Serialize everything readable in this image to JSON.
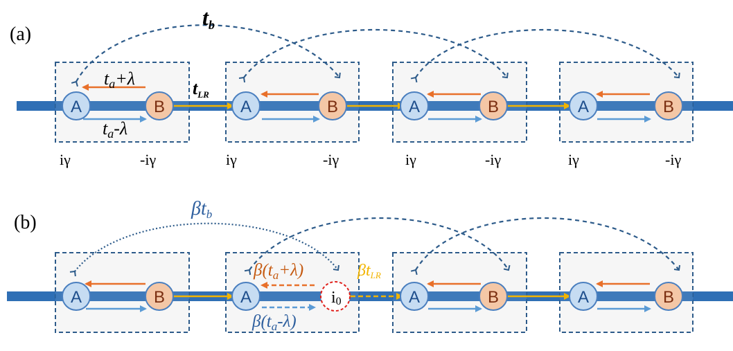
{
  "panels": [
    {
      "label": "(a)",
      "node_a": "A",
      "node_b": "B",
      "tb": "t",
      "tb_sub": "b",
      "tlr": "t",
      "tlr_sub": "LR",
      "upper_hop": {
        "t": "t",
        "sub": "a",
        "rest": "+λ"
      },
      "lower_hop": {
        "t": "t",
        "sub": "a",
        "rest": "-λ"
      },
      "gain_a": "iγ",
      "gain_b": "-iγ"
    },
    {
      "label": "(b)",
      "node_a": "A",
      "node_b": "B",
      "impurity": {
        "i": "i",
        "sub": "0"
      },
      "beta_tb": {
        "beta": "β",
        "t": "t",
        "sub": "b"
      },
      "beta_tlr": {
        "beta": "β",
        "t": "t",
        "sub": "LR"
      },
      "beta_upper": {
        "pre": "β(",
        "t": "t",
        "sub": "a",
        "rest": "+λ)"
      },
      "beta_lower": {
        "pre": "β(",
        "t": "t",
        "sub": "a",
        "rest": "-λ)"
      }
    }
  ],
  "colors": {
    "chain": "#2f6fb5",
    "node_a_fill": "#c6dcf2",
    "node_a_stroke": "#4a7fbf",
    "node_b_fill": "#f4c7a6",
    "node_b_stroke": "#4a7fbf",
    "orange_arrow": "#e8702a",
    "blue_arrow": "#5b9bd5",
    "gold_arrow": "#f2b400",
    "box_stroke": "#2d5b8a",
    "box_fill": "#f4f4f4",
    "impurity": "#e0201b",
    "hop_label_orange": "#c55a11",
    "hop_label_blue": "#2e5f9e",
    "tlr_gold": "#f2b400"
  }
}
